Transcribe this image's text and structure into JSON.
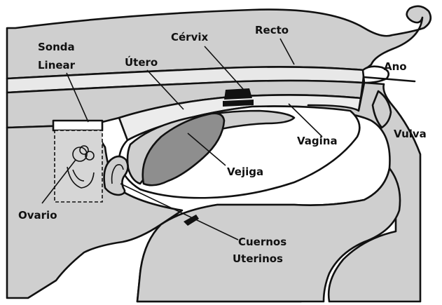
{
  "labels": {
    "sonda_line1": "Sonda",
    "sonda_line2": "Linear",
    "utero": "Útero",
    "cervix": "Cérvix",
    "recto": "Recto",
    "ano": "Ano",
    "vulva": "Vulva",
    "vagina": "Vagina",
    "vejiga": "Vejiga",
    "ovario": "Ovario",
    "cuernos_line1": "Cuernos",
    "cuernos_line2": "Uterinos"
  },
  "colors": {
    "background": "#ffffff",
    "tissue": "#cfcfcf",
    "tissue_light": "#e4e4e4",
    "bladder": "#8e8e8e",
    "probe": "#d6d6d6",
    "outline": "#111111"
  }
}
